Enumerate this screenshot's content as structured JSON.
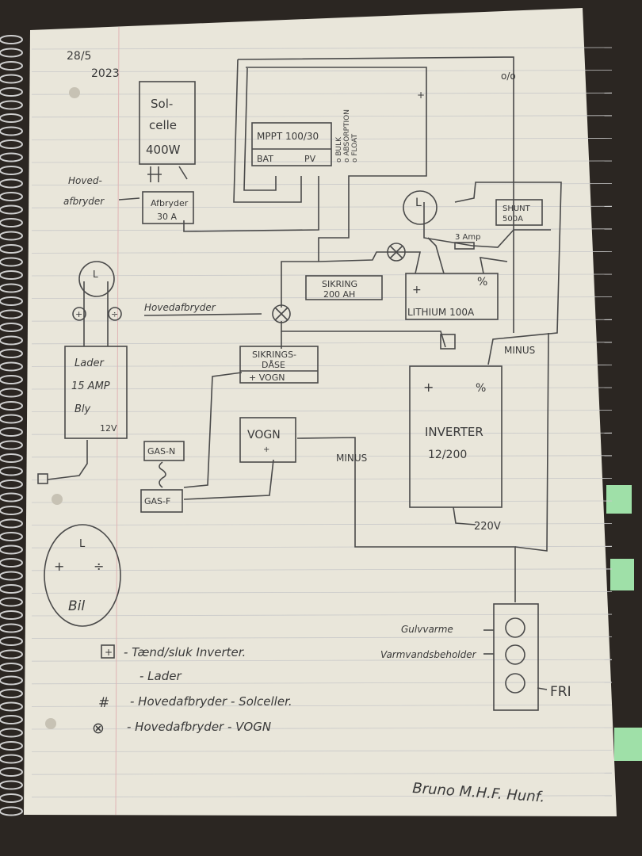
{
  "colors": {
    "paper": "#e9e6da",
    "ink": "#4a4a4a",
    "rule": "#c9c9c9",
    "margin": "#e0b4b4",
    "tab": "#9fe0a8",
    "desk": "#2b2622"
  },
  "date": {
    "line1": "28/5",
    "line2": "2023"
  },
  "solar": {
    "l1": "Sol-",
    "l2": "celle",
    "l3": "400W"
  },
  "hovedafbryder_left": {
    "l1": "Hoved-",
    "l2": "afbryder"
  },
  "afbryder_box": {
    "l1": "Afbryder",
    "l2": "30 A"
  },
  "mppt": {
    "title": "MPPT 100/30",
    "bat": "BAT",
    "pv": "PV",
    "bulk": "o BULK",
    "absorption": "o ABSORPTION",
    "float": "o FLOAT"
  },
  "switch_top": "o/o",
  "plus_mark": "+",
  "lamp": "L",
  "shunt": {
    "l1": "SHUNT",
    "l2": "500A"
  },
  "fuse_label": "3 Amp",
  "sikring200": {
    "l1": "SIKRING",
    "l2": "200 AH"
  },
  "lithium": {
    "plus": "+",
    "minus": "%",
    "label": "LITHIUM 100A"
  },
  "hovedafbryder_mid": "Hovedafbryder",
  "lader": {
    "l1": "Lader",
    "l2": "15 AMP",
    "l3": "Bly",
    "l4": "12V",
    "plus": "+",
    "minus": "÷"
  },
  "sikringsdase": {
    "l1": "SIKRINGS-",
    "l2": "DÅSE",
    "l3": "+ VOGN"
  },
  "vogn": {
    "l1": "VOGN",
    "l2": "+"
  },
  "minus_labels": {
    "a": "MINUS",
    "b": "MINUS"
  },
  "inverter": {
    "l1": "INVERTER",
    "l2": "12/200",
    "plus": "+",
    "minus": "%"
  },
  "gas": {
    "n": "GAS-N",
    "f": "GAS-F"
  },
  "bil": {
    "l": "L",
    "plus": "+",
    "minus": "÷",
    "label": "Bil"
  },
  "v220": "220V",
  "outlets": {
    "gulvvarme": "Gulvvarme",
    "vandvarmer": "Varmvandsbeholder",
    "fri": "FRI"
  },
  "legend": [
    {
      "sym": "+",
      "text": "- Tænd/sluk Inverter."
    },
    {
      "sym": "",
      "text": "- Lader"
    },
    {
      "sym": "#",
      "text": "- Hovedafbryder - Solceller."
    },
    {
      "sym": "⊗",
      "text": "- Hovedafbryder - VOGN"
    }
  ],
  "signature": "Bruno M.H.F. Hunf."
}
